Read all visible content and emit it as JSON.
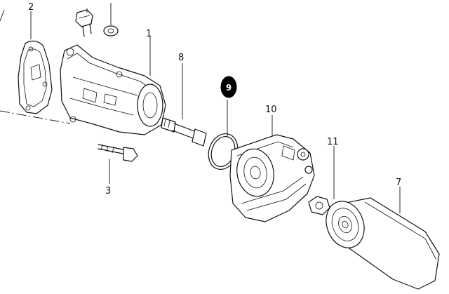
{
  "diagram": {
    "type": "exploded-parts-diagram",
    "callouts": {
      "c_2": "2",
      "c_1": "1",
      "c_8": "8",
      "c_9": "9",
      "c_10": "10",
      "c_11": "11",
      "c_7": "7",
      "c_3": "3"
    },
    "highlighted_callout": "c_9",
    "colors": {
      "line": "#111111",
      "background": "#ffffff",
      "highlight_fill": "#000000",
      "highlight_text": "#ffffff"
    }
  }
}
